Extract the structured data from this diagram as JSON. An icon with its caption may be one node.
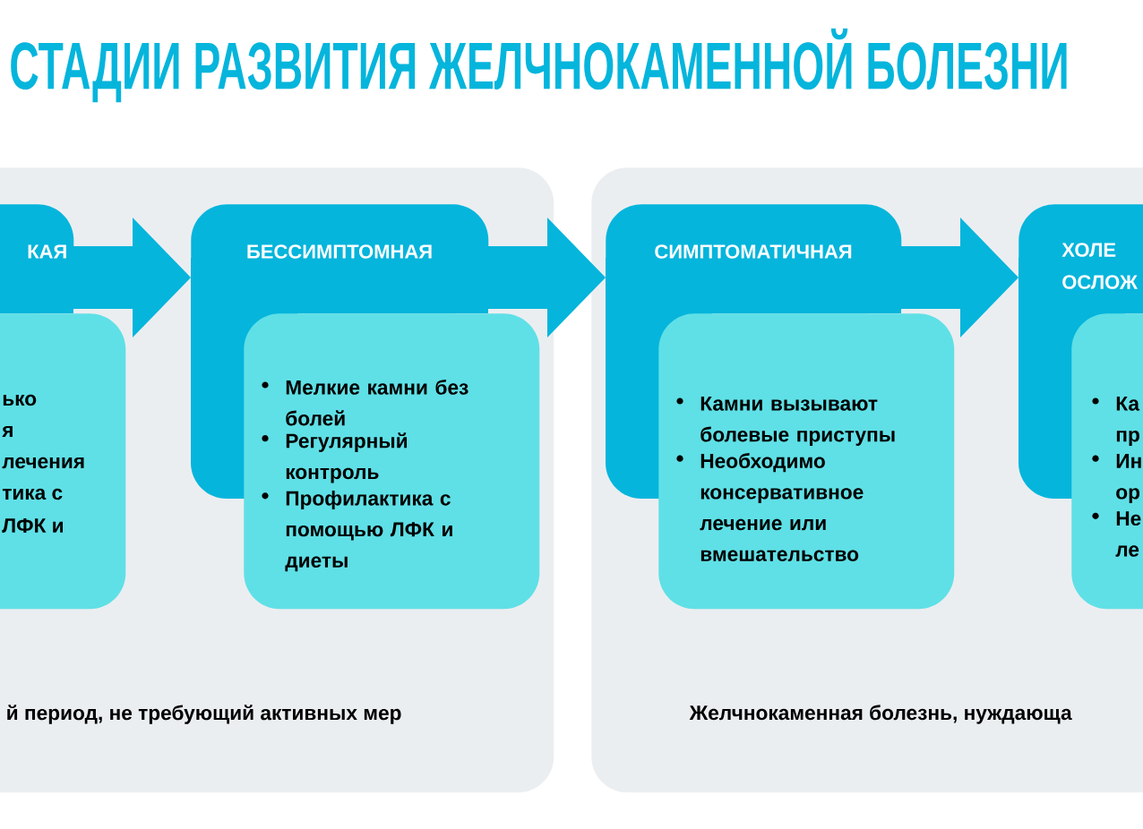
{
  "diagram": {
    "title": "СТАДИИ РАЗВИТИЯ ЖЕЛЧНОКАМЕННОЙ БОЛЕЗНИ",
    "nodes": [
      {
        "text": [
          "й период, не требующий активных мер"
        ]
      },
      {
        "text": [
          "КАЯ"
        ],
        "in": 0
      },
      {
        "text": [
          "ько",
          "я",
          "лечения",
          "тика с",
          "ЛФК и"
        ],
        "in": 0
      },
      {
        "text": [
          "БЕССИМПТОМНАЯ"
        ],
        "in": 0
      },
      {
        "text": [
          "Мелкие камни без болей",
          "Регулярный контроль",
          "Профилактика с помощью ЛФК и диеты"
        ],
        "in": 0
      },
      {
        "text": [
          "Желчнокаменная болезнь, нуждающа"
        ]
      },
      {
        "text": [
          "СИМПТОМАТИЧНАЯ"
        ],
        "in": 5
      },
      {
        "text": [
          "Камни вызывают болевые приступы",
          "Необходимо консервативное лечение или вмешательство"
        ],
        "in": 5
      },
      {
        "text": [
          "ХОЛЕ ОСЛОЖ"
        ],
        "in": 5
      },
      {
        "text": [
          "Ка пр",
          "Ин ор",
          "Не ле"
        ],
        "in": 5
      }
    ],
    "edges": [
      {
        "from": 1,
        "to": 3,
        "arrow": "to"
      },
      {
        "from": 3,
        "to": 6,
        "arrow": "to"
      },
      {
        "from": 6,
        "to": 8,
        "arrow": "to"
      }
    ]
  }
}
